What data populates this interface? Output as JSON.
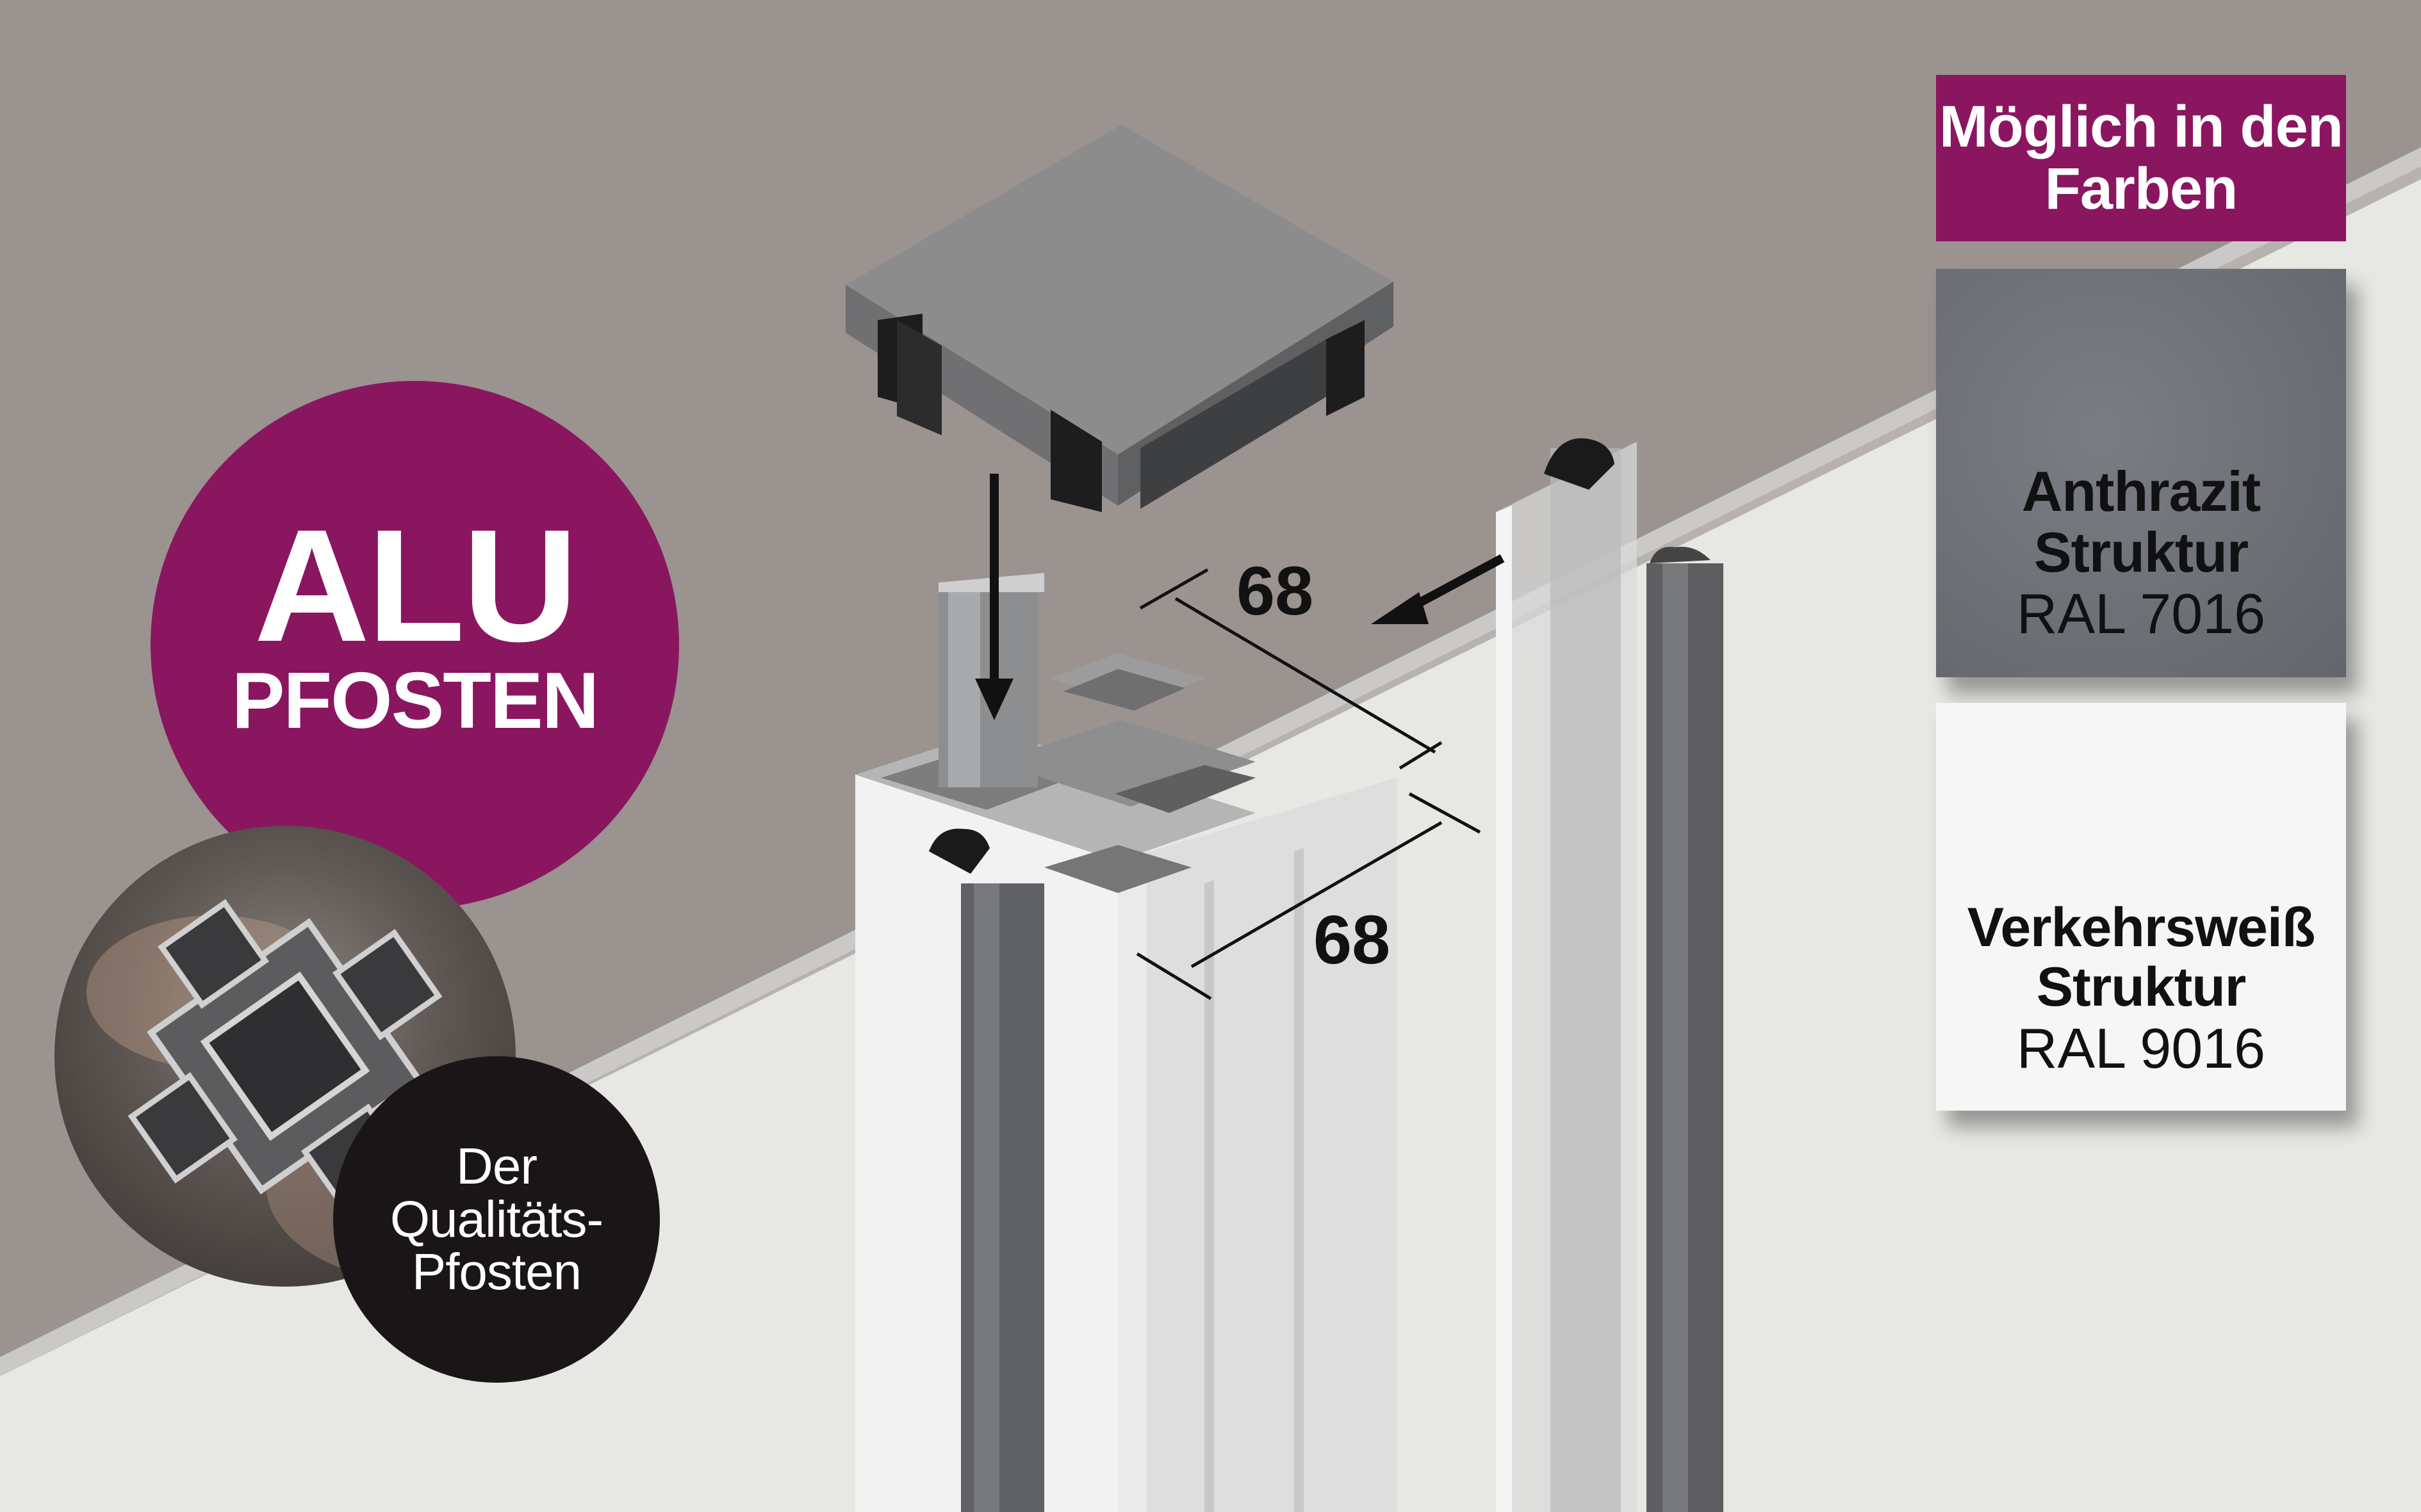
{
  "badge_alu": {
    "line1": "ALU",
    "line2": "PFOSTEN"
  },
  "badge_quality": {
    "text": "Der\nQualitäts-\nPfosten"
  },
  "colors": {
    "header": "Möglich in den Farben",
    "options": [
      {
        "name_line1": "Anthrazit",
        "name_line2": "Struktur",
        "ral": "RAL 7016",
        "swatch_color": "#6c7075"
      },
      {
        "name_line1": "Verkehrsweiß",
        "name_line2": "Struktur",
        "ral": "RAL 9016",
        "swatch_color": "#f6f6f6"
      }
    ]
  },
  "dimensions": {
    "depth": "68",
    "width": "68"
  },
  "palette": {
    "accent": "#8a1660",
    "background_upper": "#9a9390",
    "background_lower": "#e4e3df",
    "dark": "#1a1617"
  }
}
